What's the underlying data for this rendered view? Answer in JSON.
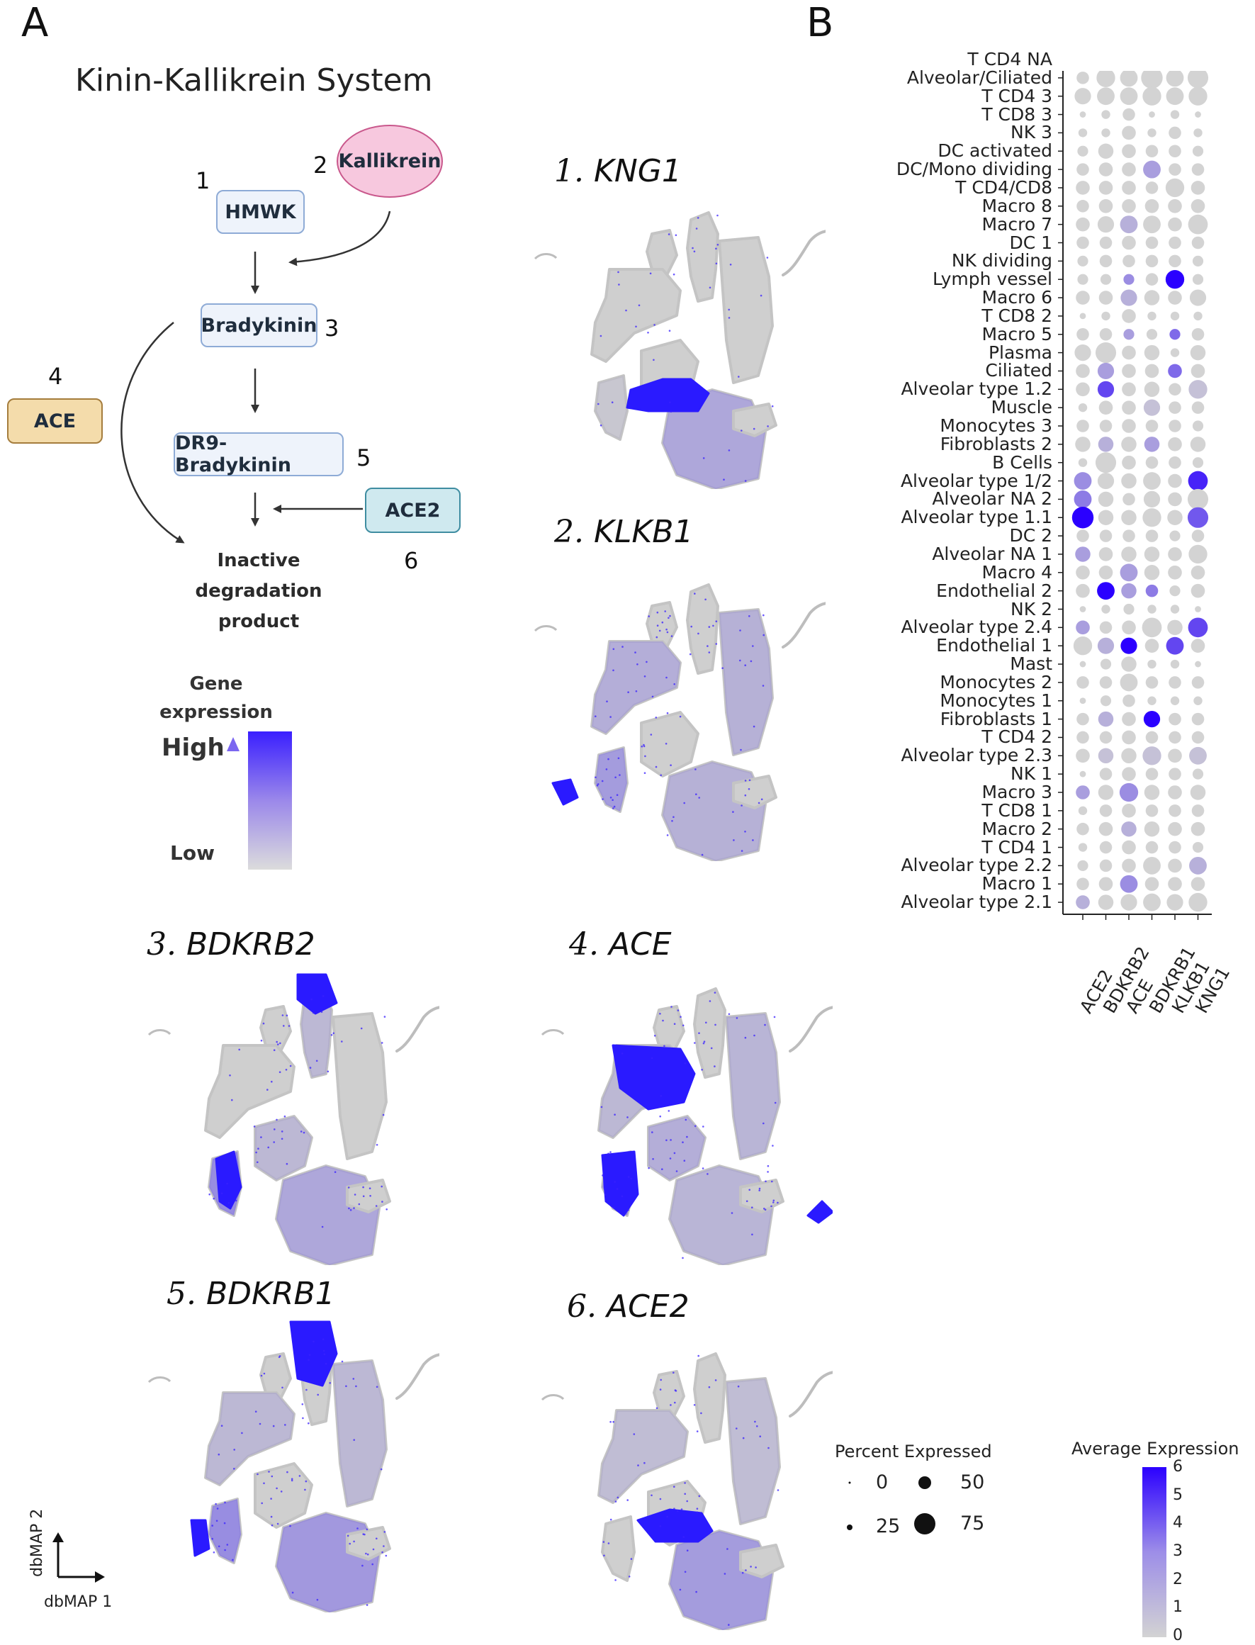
{
  "panel_a": {
    "letter": "A",
    "title": "Kinin-Kallikrein System",
    "pathway": {
      "hmwk": {
        "label": "HMWK",
        "number": "1"
      },
      "kallikrein": {
        "label": "Kallikrein",
        "number": "2"
      },
      "bradykinin": {
        "label": "Bradykinin",
        "number": "3"
      },
      "ace": {
        "label": "ACE",
        "number": "4"
      },
      "dr9": {
        "label": "DR9-Bradykinin",
        "number": "5"
      },
      "ace2": {
        "label": "ACE2",
        "number": "6"
      },
      "product": {
        "line1": "Inactive",
        "line2": "degradation",
        "line3": "product"
      }
    },
    "color_legend": {
      "title_line1": "Gene",
      "title_line2": "expression",
      "high": "High",
      "low": "Low",
      "high_color": "#3a1fff",
      "low_color": "#d9d9d9"
    },
    "umaps": [
      {
        "num": "1.",
        "gene": "KNG1"
      },
      {
        "num": "2.",
        "gene": "KLKB1"
      },
      {
        "num": "3.",
        "gene": "BDKRB2"
      },
      {
        "num": "4.",
        "gene": "ACE"
      },
      {
        "num": "5.",
        "gene": "BDKRB1"
      },
      {
        "num": "6.",
        "gene": "ACE2"
      }
    ],
    "axes": {
      "y": "dbMAP 2",
      "x": "dbMAP 1"
    }
  },
  "panel_b": {
    "letter": "B",
    "size_legend_title": "Percent Expressed",
    "color_legend_title": "Average Expression",
    "size_legend": [
      "0",
      "25",
      "50",
      "75"
    ],
    "colorbar_ticks": [
      "6",
      "5",
      "4",
      "3",
      "2",
      "1",
      "0"
    ]
  },
  "chart_data": {
    "type": "dotplot",
    "title": "",
    "genes": [
      "ACE2",
      "BDKRB2",
      "ACE",
      "BDKRB1",
      "KLKB1",
      "KNG1"
    ],
    "cell_types": [
      "T CD4 NA",
      "Alveolar/Ciliated",
      "T CD4 3",
      "T CD8 3",
      "NK 3",
      "DC activated",
      "DC/Mono dividing",
      "T CD4/CD8",
      "Macro 8",
      "Macro 7",
      "DC 1",
      "NK dividing",
      "Lymph vessel",
      "Macro 6",
      "T CD8 2",
      "Macro 5",
      "Plasma",
      "Ciliated",
      "Alveolar type 1.2",
      "Muscle",
      "Monocytes 3",
      "Fibroblasts 2",
      "B Cells",
      "Alveolar type 1/2",
      "Alveolar NA 2",
      "Alveolar type 1.1",
      "DC 2",
      "Alveolar NA 1",
      "Macro 4",
      "Endothelial 2",
      "NK 2",
      "Alveolar type 2.4",
      "Endothelial 1",
      "Mast",
      "Monocytes 2",
      "Monocytes 1",
      "Fibroblasts 1",
      "T CD4 2",
      "Alveolar type 2.3",
      "NK 1",
      "Macro 3",
      "T CD8 1",
      "Macro 2",
      "T CD4 1",
      "Alveolar type 2.2",
      "Macro 1",
      "Alveolar type 2.1"
    ],
    "percent_expressed": [
      [
        20,
        20,
        20,
        20,
        25,
        20
      ],
      [
        20,
        45,
        40,
        60,
        40,
        55
      ],
      [
        35,
        40,
        40,
        45,
        40,
        45
      ],
      [
        5,
        10,
        20,
        5,
        10,
        5
      ],
      [
        10,
        10,
        25,
        10,
        20,
        10
      ],
      [
        15,
        30,
        25,
        20,
        20,
        15
      ],
      [
        20,
        25,
        25,
        40,
        20,
        20
      ],
      [
        25,
        25,
        25,
        20,
        45,
        25
      ],
      [
        20,
        25,
        25,
        25,
        25,
        25
      ],
      [
        25,
        35,
        40,
        40,
        25,
        50
      ],
      [
        20,
        20,
        25,
        20,
        20,
        20
      ],
      [
        15,
        20,
        20,
        20,
        20,
        15
      ],
      [
        15,
        15,
        15,
        20,
        45,
        15
      ],
      [
        25,
        25,
        35,
        30,
        25,
        35
      ],
      [
        5,
        10,
        25,
        10,
        10,
        10
      ],
      [
        20,
        20,
        15,
        15,
        15,
        20
      ],
      [
        35,
        55,
        25,
        30,
        10,
        30
      ],
      [
        25,
        35,
        25,
        25,
        25,
        25
      ],
      [
        25,
        35,
        25,
        30,
        20,
        45
      ],
      [
        10,
        25,
        25,
        35,
        20,
        20
      ],
      [
        20,
        20,
        25,
        20,
        20,
        15
      ],
      [
        30,
        30,
        30,
        30,
        25,
        30
      ],
      [
        10,
        55,
        25,
        20,
        20,
        15
      ],
      [
        40,
        35,
        30,
        40,
        25,
        50
      ],
      [
        40,
        30,
        20,
        35,
        25,
        55
      ],
      [
        60,
        30,
        30,
        45,
        30,
        55
      ],
      [
        20,
        20,
        20,
        20,
        15,
        20
      ],
      [
        30,
        25,
        30,
        30,
        25,
        45
      ],
      [
        25,
        25,
        40,
        30,
        25,
        25
      ],
      [
        25,
        40,
        30,
        20,
        15,
        25
      ],
      [
        5,
        10,
        15,
        10,
        10,
        5
      ],
      [
        25,
        20,
        25,
        50,
        30,
        50
      ],
      [
        45,
        35,
        35,
        25,
        40,
        25
      ],
      [
        5,
        15,
        30,
        10,
        10,
        5
      ],
      [
        20,
        20,
        40,
        20,
        20,
        20
      ],
      [
        5,
        15,
        20,
        10,
        10,
        10
      ],
      [
        20,
        30,
        25,
        35,
        20,
        20
      ],
      [
        20,
        20,
        25,
        20,
        20,
        20
      ],
      [
        25,
        30,
        30,
        45,
        25,
        40
      ],
      [
        5,
        20,
        25,
        20,
        20,
        15
      ],
      [
        25,
        30,
        45,
        30,
        25,
        30
      ],
      [
        10,
        20,
        25,
        20,
        20,
        20
      ],
      [
        20,
        25,
        30,
        30,
        25,
        25
      ],
      [
        10,
        20,
        25,
        20,
        20,
        15
      ],
      [
        15,
        20,
        25,
        40,
        25,
        40
      ],
      [
        20,
        25,
        40,
        25,
        25,
        25
      ],
      [
        25,
        30,
        35,
        40,
        35,
        45
      ]
    ],
    "average_expression": [
      [
        0,
        0,
        0,
        0,
        0,
        0
      ],
      [
        0,
        0,
        0,
        0,
        0,
        0
      ],
      [
        0,
        0,
        0,
        0,
        0,
        0
      ],
      [
        0,
        0,
        0,
        0,
        0,
        0
      ],
      [
        0,
        0,
        0,
        0,
        0,
        0
      ],
      [
        0,
        0,
        0,
        0,
        0,
        0
      ],
      [
        0,
        0,
        0,
        1.5,
        0,
        0
      ],
      [
        0,
        0,
        0,
        0,
        0,
        0
      ],
      [
        0,
        0,
        0,
        0,
        0,
        0
      ],
      [
        0,
        0,
        1,
        0,
        0,
        0
      ],
      [
        0,
        0,
        0,
        0,
        0,
        0
      ],
      [
        0,
        0,
        0,
        0,
        0,
        0
      ],
      [
        0,
        0,
        2,
        0,
        6,
        0
      ],
      [
        0,
        0,
        1,
        0,
        0,
        0
      ],
      [
        0,
        0,
        0,
        0,
        0,
        0
      ],
      [
        0,
        0,
        1.5,
        0,
        3,
        0
      ],
      [
        0,
        0,
        0,
        0,
        0,
        0
      ],
      [
        0,
        1.5,
        0,
        0,
        3,
        0
      ],
      [
        0,
        4,
        0,
        0,
        0,
        0.5
      ],
      [
        0,
        0,
        0,
        0.5,
        0,
        0
      ],
      [
        0,
        0,
        0,
        0,
        0,
        0
      ],
      [
        0,
        1,
        0,
        1.5,
        0,
        0
      ],
      [
        0,
        0,
        0,
        0,
        0,
        0
      ],
      [
        2,
        0,
        0,
        0,
        0,
        5
      ],
      [
        2.5,
        0,
        0,
        0,
        0,
        0
      ],
      [
        6,
        0,
        0,
        0,
        0,
        3.5
      ],
      [
        0,
        0,
        0,
        0,
        0,
        0
      ],
      [
        1.5,
        0,
        0,
        0,
        0,
        0
      ],
      [
        0,
        0,
        1.5,
        0,
        0,
        0
      ],
      [
        0,
        6,
        1.5,
        2.5,
        0,
        0
      ],
      [
        0,
        0,
        0,
        0,
        0,
        0
      ],
      [
        1.5,
        0,
        0,
        0,
        0,
        4
      ],
      [
        0,
        1,
        6,
        0,
        4,
        0
      ],
      [
        0,
        0,
        0,
        0,
        0,
        0
      ],
      [
        0,
        0,
        0,
        0,
        0,
        0
      ],
      [
        0,
        0,
        0,
        0,
        0,
        0
      ],
      [
        0,
        1,
        0,
        6,
        0,
        0
      ],
      [
        0,
        0,
        0,
        0,
        0,
        0
      ],
      [
        0,
        0.5,
        0,
        0.5,
        0,
        0.5
      ],
      [
        0,
        0,
        0,
        0,
        0,
        0
      ],
      [
        1.5,
        0,
        2,
        0,
        0,
        0
      ],
      [
        0,
        0,
        0,
        0,
        0,
        0
      ],
      [
        0,
        0,
        1,
        0,
        0,
        0
      ],
      [
        0,
        0,
        0,
        0,
        0,
        0
      ],
      [
        0,
        0,
        0,
        0,
        0,
        1
      ],
      [
        0,
        0,
        2,
        0,
        0,
        0
      ],
      [
        1,
        0,
        0,
        0,
        0,
        0
      ]
    ],
    "size_range": [
      0,
      75
    ],
    "color_range": [
      0,
      6
    ],
    "color_low": "#d3d3d3",
    "color_high": "#2b00ff"
  }
}
